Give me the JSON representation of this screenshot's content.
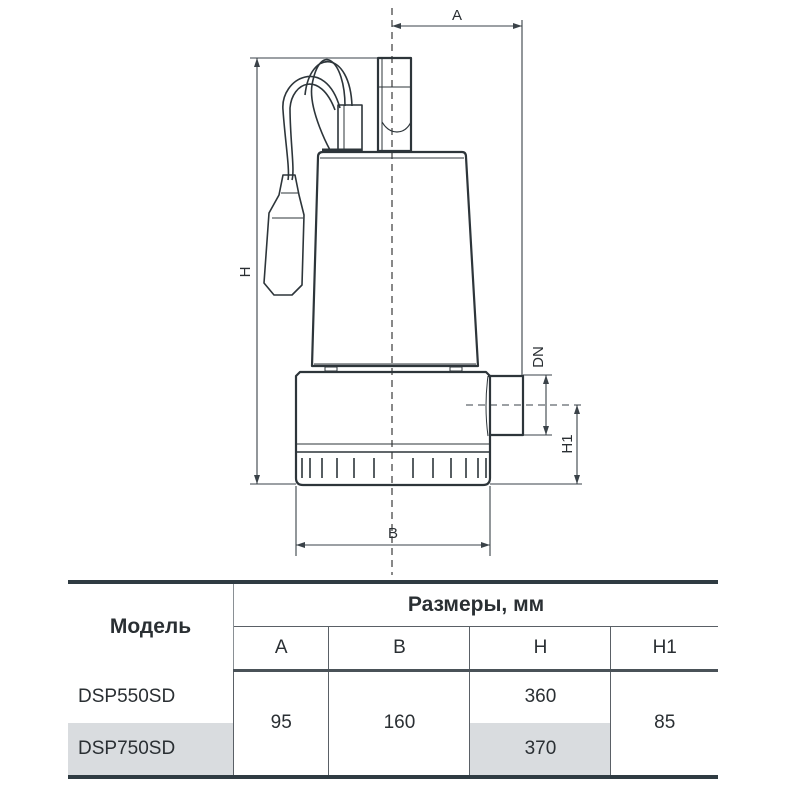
{
  "drawing": {
    "dimensions": {
      "a": "A",
      "b": "B",
      "h": "H",
      "h1": "H1",
      "dn": "DN"
    }
  },
  "table": {
    "model_header": "Модель",
    "group_header": "Размеры, мм",
    "columns": [
      "A",
      "B",
      "H",
      "H1"
    ],
    "rows": [
      {
        "model": "DSP550SD",
        "A": "95",
        "B": "160",
        "H": "360",
        "H1": "85"
      },
      {
        "model": "DSP750SD",
        "A": "95",
        "B": "160",
        "H": "370",
        "H1": "85"
      }
    ]
  }
}
